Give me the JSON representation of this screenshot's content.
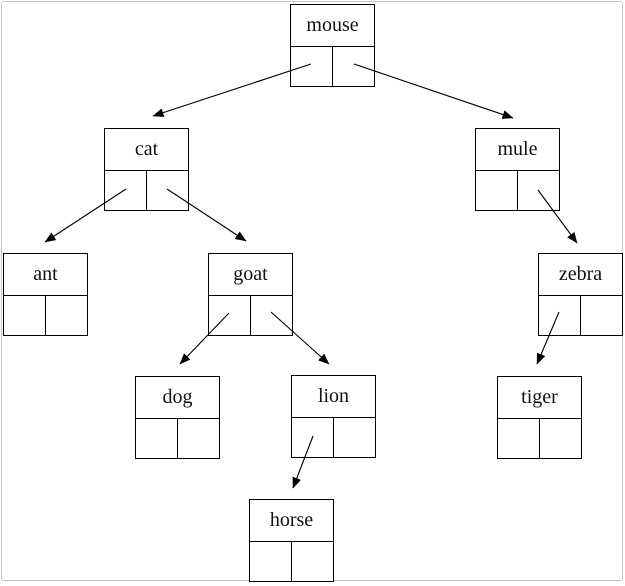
{
  "page": {
    "background": "#ffffff",
    "frame_border_color": "#c6c6c6"
  },
  "diagram": {
    "type": "binary-search-tree",
    "line_color": "#000000",
    "node_border_color": "#000000",
    "nodes": [
      {
        "id": "mouse",
        "label": "mouse"
      },
      {
        "id": "cat",
        "label": "cat"
      },
      {
        "id": "mule",
        "label": "mule"
      },
      {
        "id": "ant",
        "label": "ant"
      },
      {
        "id": "goat",
        "label": "goat"
      },
      {
        "id": "zebra",
        "label": "zebra"
      },
      {
        "id": "dog",
        "label": "dog"
      },
      {
        "id": "lion",
        "label": "lion"
      },
      {
        "id": "tiger",
        "label": "tiger"
      },
      {
        "id": "horse",
        "label": "horse"
      }
    ],
    "edges": [
      {
        "from": "mouse",
        "pointer": "left",
        "to": "cat"
      },
      {
        "from": "mouse",
        "pointer": "right",
        "to": "mule"
      },
      {
        "from": "cat",
        "pointer": "left",
        "to": "ant"
      },
      {
        "from": "cat",
        "pointer": "right",
        "to": "goat"
      },
      {
        "from": "goat",
        "pointer": "left",
        "to": "dog"
      },
      {
        "from": "goat",
        "pointer": "right",
        "to": "lion"
      },
      {
        "from": "lion",
        "pointer": "left",
        "to": "horse"
      },
      {
        "from": "mule",
        "pointer": "right",
        "to": "zebra"
      },
      {
        "from": "zebra",
        "pointer": "left",
        "to": "tiger"
      }
    ]
  }
}
